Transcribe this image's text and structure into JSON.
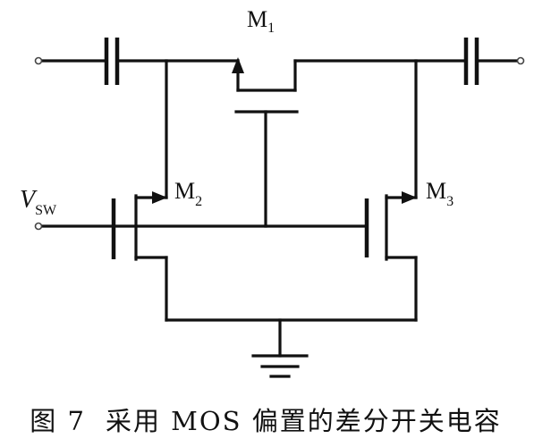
{
  "diagram": {
    "labels": {
      "m1": {
        "main": "M",
        "sub": "1"
      },
      "m2": {
        "main": "M",
        "sub": "2"
      },
      "m3": {
        "main": "M",
        "sub": "3"
      },
      "vsw": {
        "main": "V",
        "sub": "SW"
      }
    }
  },
  "caption": {
    "figure_number": "图 7",
    "text": "采用 MOS 偏置的差分开关电容"
  }
}
